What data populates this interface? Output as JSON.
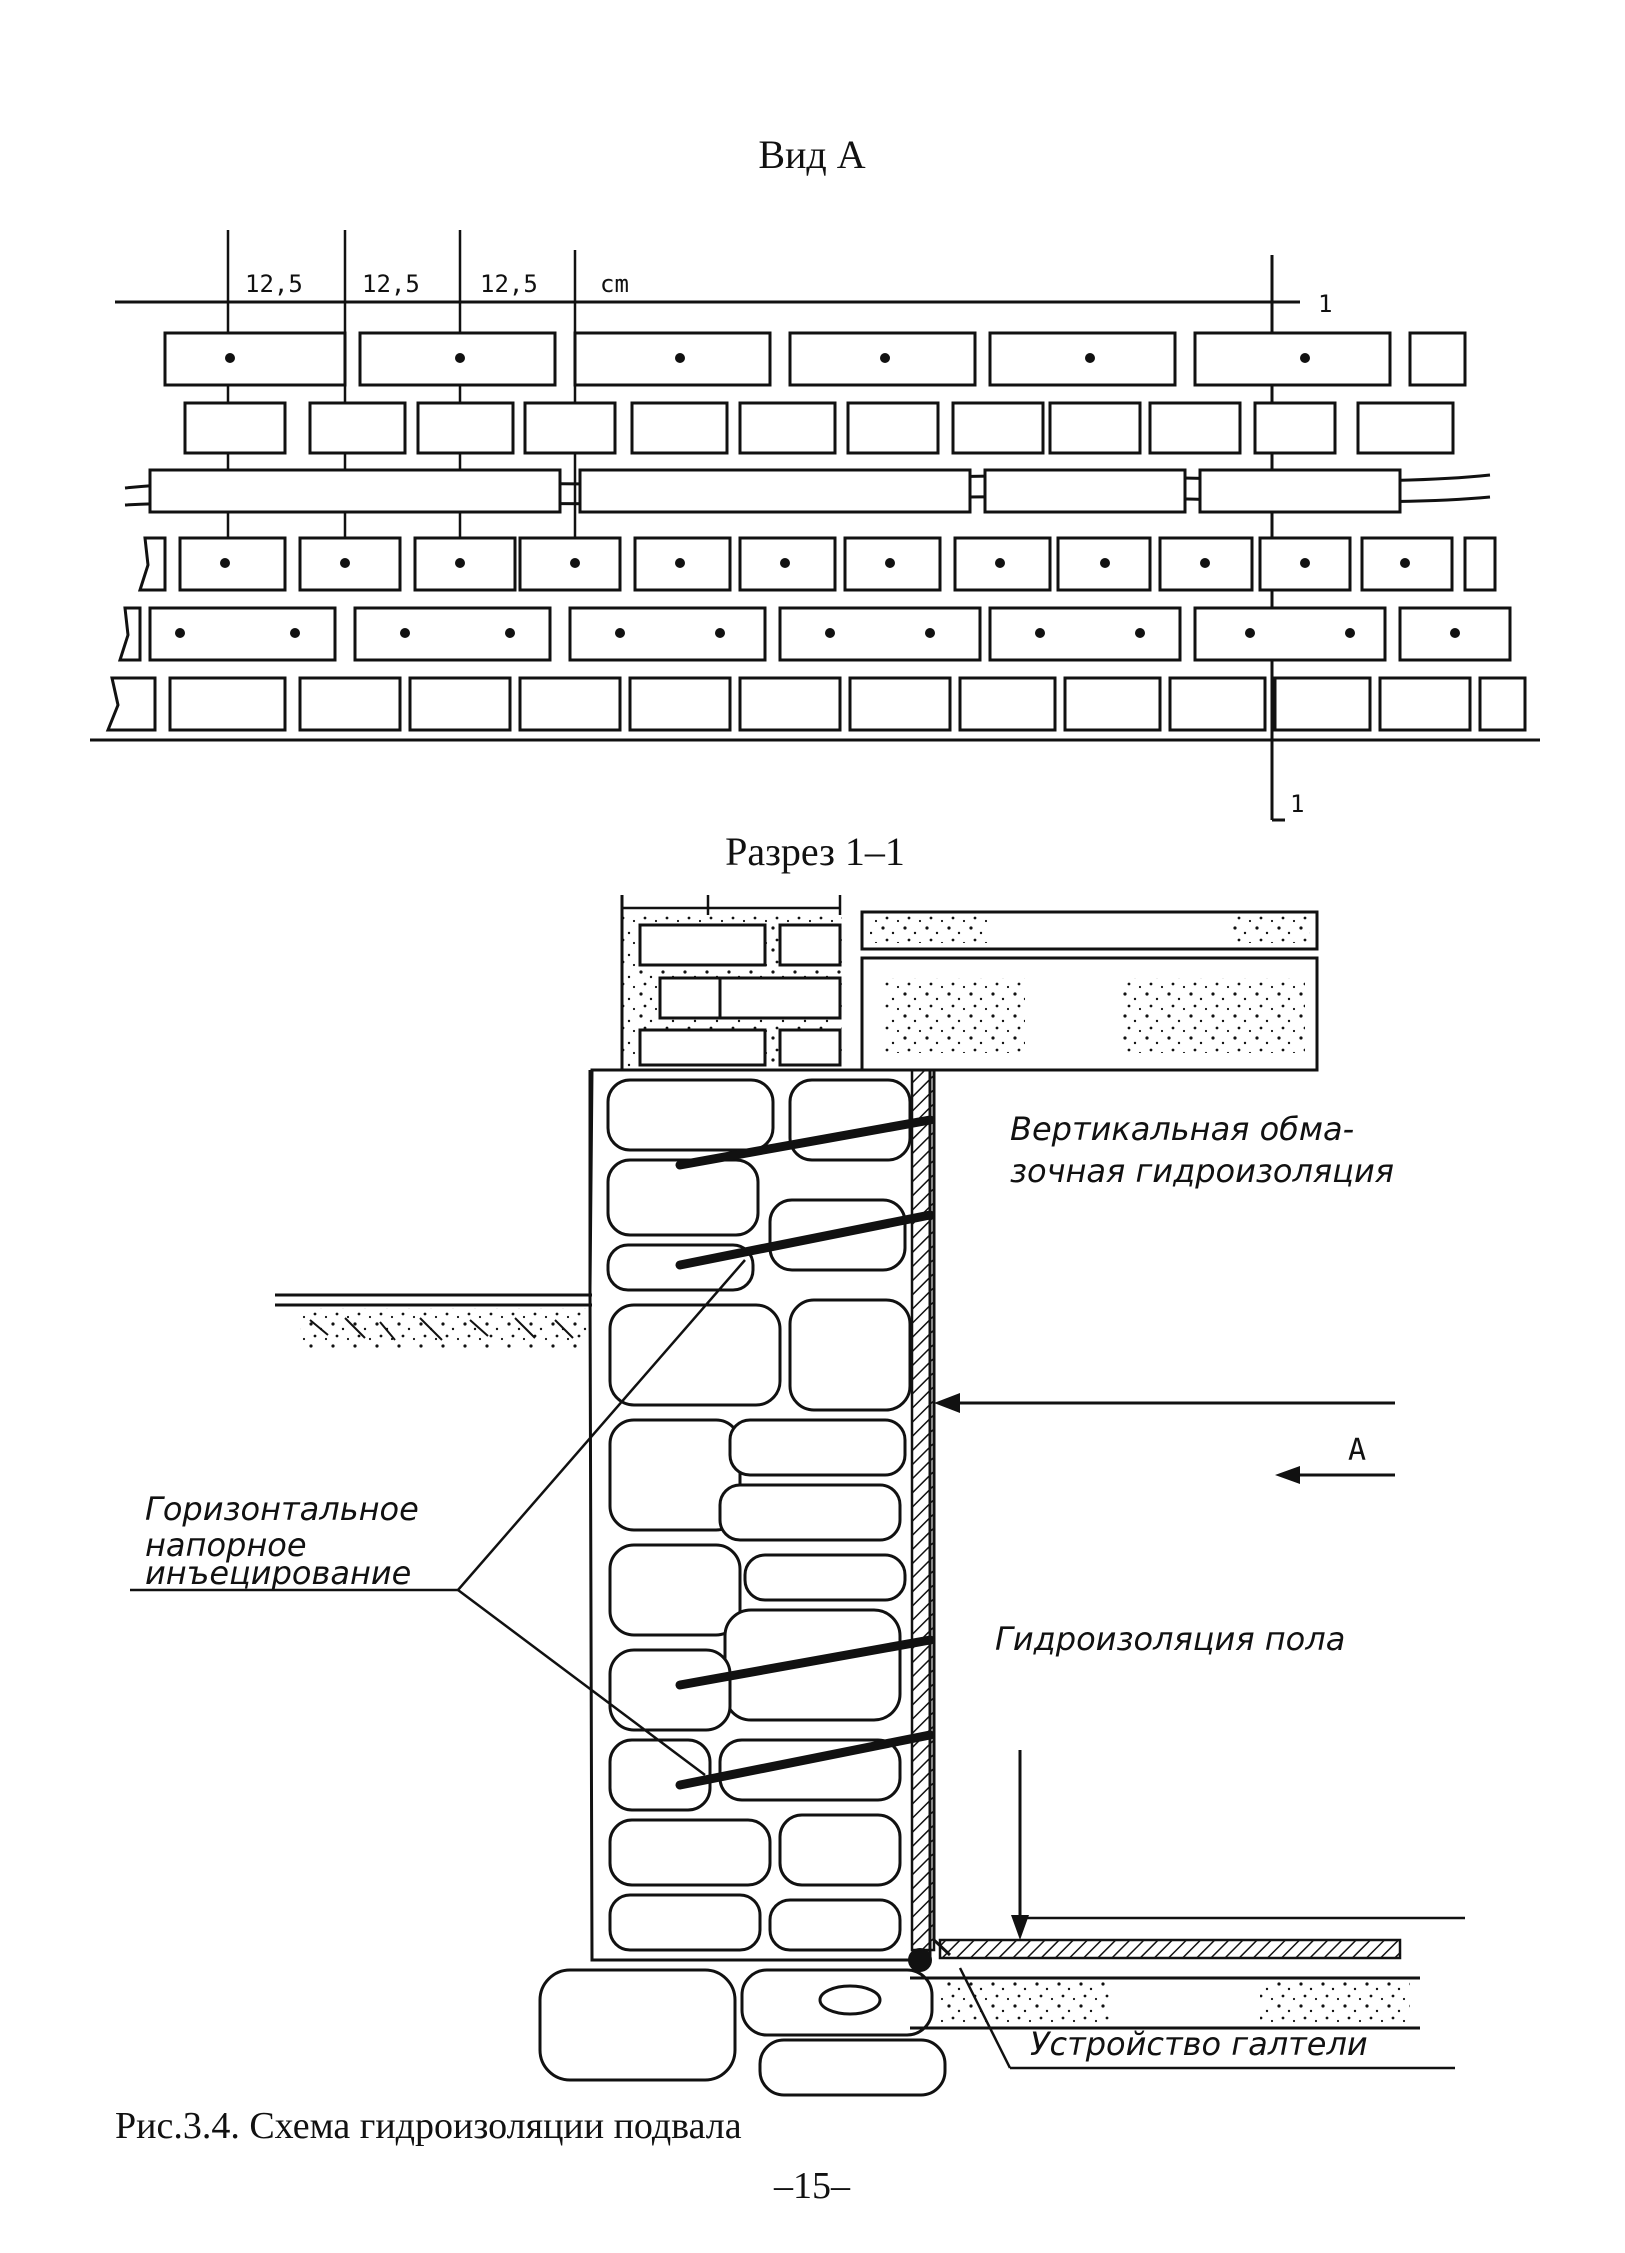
{
  "view_a": {
    "title": "Вид А",
    "dims": [
      "12,5",
      "12,5",
      "12,5"
    ],
    "unit": "cm",
    "section_mark_top": "1",
    "section_mark_bottom": "1"
  },
  "section": {
    "title": "Разрез 1–1",
    "label_vertical_line1": "Вертикальная обма-",
    "label_vertical_line2": "зочная гидроизоляция",
    "label_floor": "Гидроизоляция пола",
    "label_horizontal_line1": "Горизонтальное",
    "label_horizontal_line2": "напорное",
    "label_horizontal_line3": "инъецирование",
    "label_fillet": "Устройство галтели",
    "arrow_label": "А"
  },
  "caption": "Рис.3.4. Схема гидроизоляции подвала",
  "page_number": "–15–"
}
